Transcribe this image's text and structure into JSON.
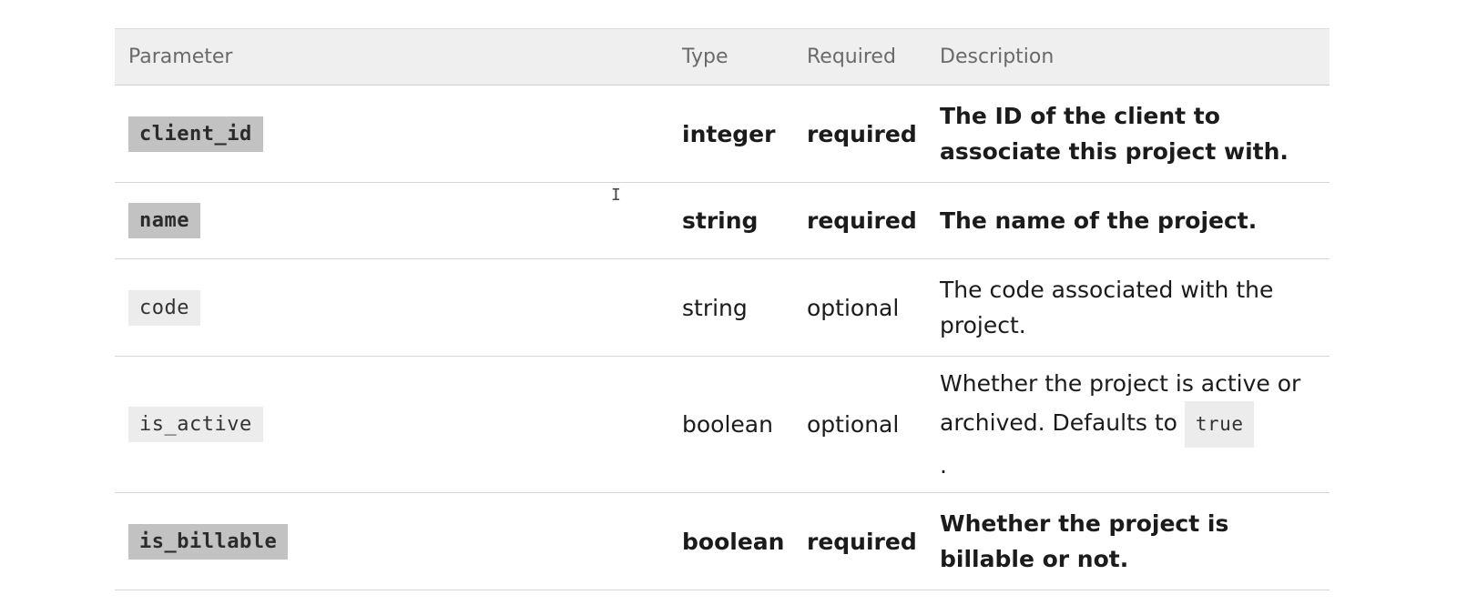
{
  "table": {
    "headers": {
      "parameter": "Parameter",
      "type": "Type",
      "required": "Required",
      "description": "Description"
    },
    "rows": [
      {
        "parameter": "client_id",
        "type": "integer",
        "required": "required",
        "description": "The ID of the client to associate this project with."
      },
      {
        "parameter": "name",
        "type": "string",
        "required": "required",
        "description": "The name of the project."
      },
      {
        "parameter": "code",
        "type": "string",
        "required": "optional",
        "description": "The code associated with the project."
      },
      {
        "parameter": "is_active",
        "type": "boolean",
        "required": "optional",
        "description": "Whether the project is active or archived. Defaults to",
        "description_code": "true",
        "description_suffix": "."
      },
      {
        "parameter": "is_billable",
        "type": "boolean",
        "required": "required",
        "description": "Whether the project is billable or not."
      }
    ]
  },
  "cursor": {
    "icon": "text-cursor-icon",
    "glyph": "I"
  }
}
